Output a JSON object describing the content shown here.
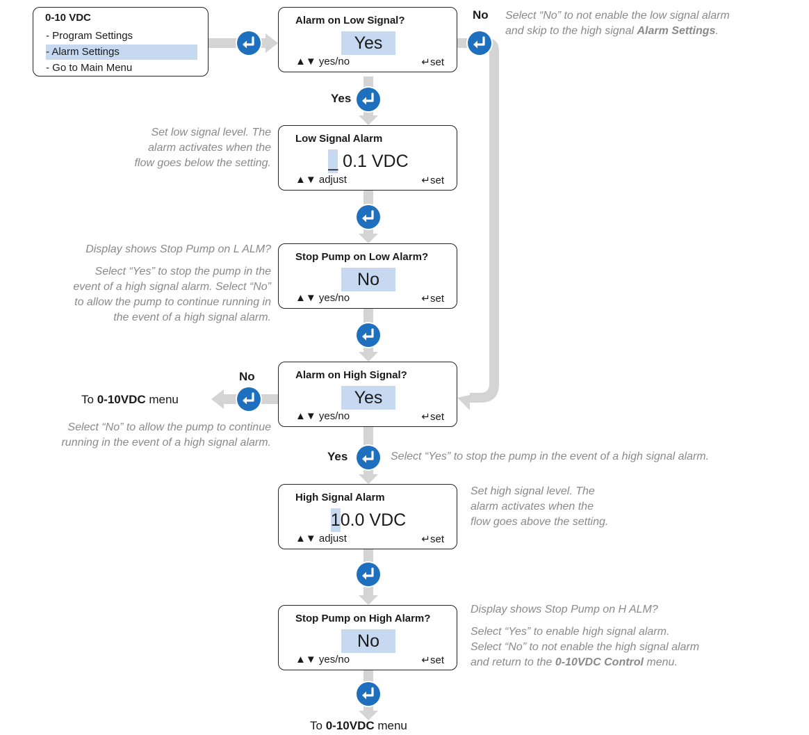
{
  "menu": {
    "title": "0-10 VDC",
    "items": [
      "- Program Settings",
      "- Alarm Settings",
      "- Go to Main Menu"
    ]
  },
  "screens": {
    "alarm_low": {
      "title": "Alarm on Low Signal?",
      "value": "Yes",
      "left": "yes/no",
      "right": "set"
    },
    "low_level": {
      "title": "Low Signal Alarm",
      "value_cursor": "_",
      "value_rest": " 0.1 VDC",
      "left": "adjust",
      "right": "set"
    },
    "stop_low": {
      "title": "Stop Pump on Low Alarm?",
      "value": "No",
      "left": "yes/no",
      "right": "set"
    },
    "alarm_high": {
      "title": "Alarm on High Signal?",
      "value": "Yes",
      "left": "yes/no",
      "right": "set"
    },
    "high_level": {
      "title": "High Signal Alarm",
      "value_cursor": "1",
      "value_rest": "0.0 VDC",
      "left": "adjust",
      "right": "set"
    },
    "stop_high": {
      "title": "Stop Pump on High Alarm?",
      "value": "No",
      "left": "yes/no",
      "right": "set"
    }
  },
  "labels": {
    "no": "No",
    "yes": "Yes",
    "to": "To",
    "menu_name": "0-10VDC",
    "menu_word": "menu"
  },
  "notes": {
    "low_no_1": "Select “No” to not enable the low signal alarm",
    "low_no_2a": "and skip to the high signal ",
    "low_no_2b": "Alarm Settings",
    "low_no_2c": ".",
    "low_level": [
      "Set low signal level. The",
      "alarm activates when the",
      "flow goes below the setting."
    ],
    "stop_low_display": "Display shows Stop Pump on L ALM?",
    "stop_low_desc": [
      "Select “Yes” to stop the pump in the",
      "event of a high signal alarm. Select “No”",
      "to allow the pump to continue running in",
      "the event of a high signal alarm."
    ],
    "high_no": [
      "Select “No” to allow the pump to continue",
      "running in the event of a high signal alarm."
    ],
    "high_yes": "Select “Yes” to stop the pump in the event of a high signal alarm.",
    "high_level": [
      "Set high signal level. The",
      "alarm activates when the",
      "flow goes above the setting."
    ],
    "stop_high_display": "Display shows Stop Pump on H ALM?",
    "stop_high_1": "Select “Yes” to enable high signal alarm.",
    "stop_high_2": "Select “No” to not enable the high signal alarm",
    "stop_high_3a": "and return to the ",
    "stop_high_3b": "0-10VDC Control",
    "stop_high_3c": " menu."
  },
  "icons": {
    "enter": "enter-return-icon",
    "up_down": "up-down-arrows-icon",
    "return": "return-arrow-icon"
  },
  "colors": {
    "enter_button": "#1f6fbf",
    "highlight": "#c6d9f1",
    "connector": "#d4d4d4",
    "note_text": "#8a8a8a"
  }
}
